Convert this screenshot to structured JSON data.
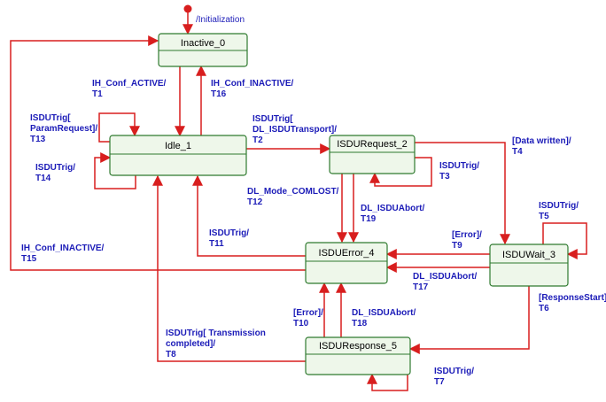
{
  "colors": {
    "edge": "#d81e1e",
    "state_border": "#2f7a2f",
    "state_fill": "#eef7ea",
    "label": "#1c1cb8"
  },
  "states": {
    "inactive_0": "Inactive_0",
    "idle_1": "Idle_1",
    "isdurequest_2": "ISDURequest_2",
    "isduwait_3": "ISDUWait_3",
    "isduerror_4": "ISDUError_4",
    "isduresponse_5": "ISDUResponse_5"
  },
  "transitions": {
    "init": [
      "/Initialization"
    ],
    "t1": [
      "IH_Conf_ACTIVE/",
      "T1"
    ],
    "t16": [
      "IH_Conf_INACTIVE/",
      "T16"
    ],
    "t13": [
      "ISDUTrig[",
      "ParamRequest]/",
      "T13"
    ],
    "t14": [
      "ISDUTrig/",
      "T14"
    ],
    "t2": [
      "ISDUTrig[",
      "DL_ISDUTransport]/",
      "T2"
    ],
    "t3": [
      "ISDUTrig/",
      "T3"
    ],
    "t4": [
      "[Data written]/",
      "T4"
    ],
    "t5": [
      "ISDUTrig/",
      "T5"
    ],
    "t12": [
      "DL_Mode_COMLOST/",
      "T12"
    ],
    "t19": [
      "DL_ISDUAbort/",
      "T19"
    ],
    "t11": [
      "ISDUTrig/",
      "T11"
    ],
    "t9": [
      "[Error]/",
      "T9"
    ],
    "t17": [
      "DL_ISDUAbort/",
      "T17"
    ],
    "t15": [
      "IH_Conf_INACTIVE/",
      "T15"
    ],
    "t6": [
      "[ResponseStart]/",
      "T6"
    ],
    "t10": [
      "[Error]/",
      "T10"
    ],
    "t18": [
      "DL_ISDUAbort/",
      "T18"
    ],
    "t8": [
      "ISDUTrig[ Transmission",
      "completed]/",
      "T8"
    ],
    "t7": [
      "ISDUTrig/",
      "T7"
    ]
  }
}
